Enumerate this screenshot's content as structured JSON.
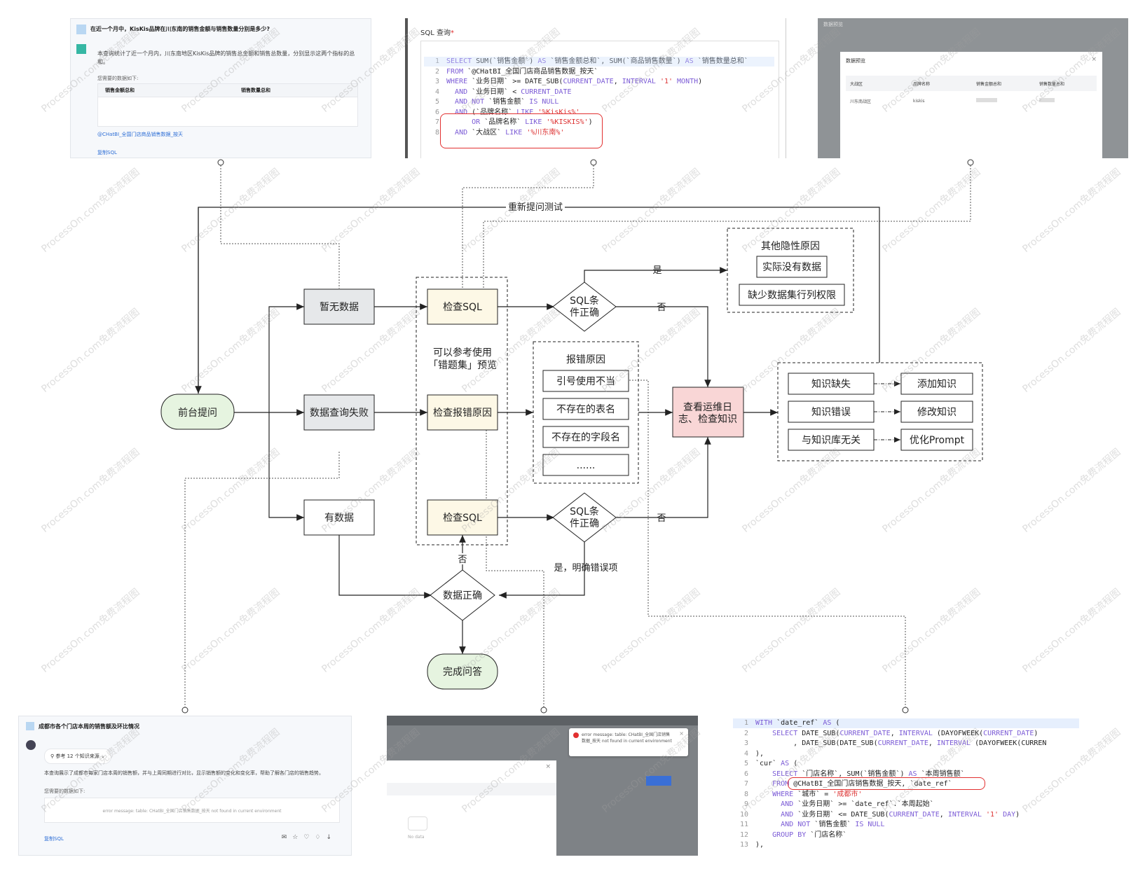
{
  "panels": {
    "p1": {
      "question": "在近一个月中，KisKis品牌在川东南的销售金额与销售数量分别是多少?",
      "desc": "本查询统计了近一个月内，川东南地区KisKis品牌的销售总金额和销售总数量，分别显示这两个指标的总和。",
      "data_label": "您需要的数据如下:",
      "col1": "销售金额总和",
      "col2": "销售数量总和",
      "source": "@CHatBI_全国门店商品销售数据_按天",
      "copy": "复制SQL"
    },
    "p2": {
      "title": "SQL 查询",
      "required": "*",
      "lines": [
        {
          "n": "1",
          "t": "SELECT SUM(`销售金额`) AS `销售金额总和`, SUM(`商品销售数量`) AS `销售数量总和`"
        },
        {
          "n": "2",
          "t": "FROM `@CHatBI_全国门店商品销售数据_按天`"
        },
        {
          "n": "3",
          "t": "WHERE `业务日期` >= DATE_SUB(CURRENT_DATE, INTERVAL '1' MONTH)"
        },
        {
          "n": "4",
          "t": "  AND `业务日期` < CURRENT_DATE"
        },
        {
          "n": "5",
          "t": "  AND NOT `销售金额` IS NULL"
        },
        {
          "n": "6",
          "t": "  AND (`品牌名称` LIKE '%KisKis%'"
        },
        {
          "n": "7",
          "t": "      OR `品牌名称` LIKE '%KISKIS%')"
        },
        {
          "n": "8",
          "t": "  AND `大战区` LIKE '%川东南%'"
        }
      ]
    },
    "p3": {
      "outer_title": "数据预览",
      "dialog_title": "数据预览",
      "cols": [
        "大战区",
        "品牌名称",
        "销售金额总和",
        "销售数量总和"
      ],
      "row": [
        "川东南战区",
        "kiskis",
        "",
        ""
      ]
    },
    "p4": {
      "question": "成都市各个门店本周的销售额及环比情况",
      "ref": "参考 12 个知识来源",
      "desc": "本查询展示了成都市每家门店本周的销售额，并与上周同期进行对比，显示销售额的变化和变化率，帮助了解各门店的销售趋势。",
      "data_label": "您需要的数据如下:",
      "error": "error message: table: CHatBI_全国门店销售数据_按天 not found in current environment",
      "copy": "复制SQL"
    },
    "p5": {
      "error": "error message: table: CHatBI_全国门店销售数据_按天 not found in current environment",
      "nodata": "No data"
    },
    "p6": {
      "lines": [
        {
          "n": "1",
          "t": "WITH `date_ref` AS ("
        },
        {
          "n": "2",
          "t": "    SELECT DATE_SUB(CURRENT_DATE, INTERVAL (DAYOFWEEK(CURRENT_DATE)"
        },
        {
          "n": "3",
          "t": "         , DATE_SUB(DATE_SUB(CURRENT_DATE, INTERVAL (DAYOFWEEK(CURREN"
        },
        {
          "n": "4",
          "t": "),"
        },
        {
          "n": "5",
          "t": "`cur` AS ("
        },
        {
          "n": "6",
          "t": "    SELECT `门店名称`, SUM(`销售金额`) AS `本周销售额`"
        },
        {
          "n": "7",
          "t": "    FROM @CHatBI_全国门店销售数据_按天, `date_ref`"
        },
        {
          "n": "8",
          "t": "    WHERE `城市` = '成都市'"
        },
        {
          "n": "9",
          "t": "      AND `业务日期` >= `date_ref`.`本周起始`"
        },
        {
          "n": "10",
          "t": "      AND `业务日期` <= DATE_SUB(CURRENT_DATE, INTERVAL '1' DAY)"
        },
        {
          "n": "11",
          "t": "      AND NOT `销售金额` IS NULL"
        },
        {
          "n": "12",
          "t": "    GROUP BY `门店名称`"
        },
        {
          "n": "13",
          "t": "),"
        }
      ]
    }
  },
  "nodes": {
    "front": "前台提问",
    "no_data": "暂无数据",
    "query_fail": "数据查询失败",
    "has_data": "有数据",
    "check_sql_top": "检查SQL",
    "check_err": "检查报错原因",
    "check_sql_bot": "检查SQL",
    "hint_line1": "可以参考使用",
    "hint_line2": "「错题集」预览",
    "sql_ok_top_1": "SQL条",
    "sql_ok_top_2": "件正确",
    "sql_ok_bot_1": "SQL条",
    "sql_ok_bot_2": "件正确",
    "data_ok": "数据正确",
    "done": "完成问答",
    "other_title": "其他隐性原因",
    "no_real_data": "实际没有数据",
    "no_perm": "缺少数据集行列权限",
    "err_title": "报错原因",
    "err1": "引号使用不当",
    "err2": "不存在的表名",
    "err3": "不存在的字段名",
    "err4": "......",
    "log_1": "查看运维日",
    "log_2": "志、检查知识",
    "k1": "知识缺失",
    "k2": "知识错误",
    "k3": "与知识库无关",
    "a1": "添加知识",
    "a2": "修改知识",
    "a3": "优化Prompt"
  },
  "edge_labels": {
    "retest": "重新提问测试",
    "yes": "是",
    "no_top": "否",
    "no_bot": "否",
    "no_data_ok": "否",
    "yes_err": "是，明确错误项"
  },
  "watermark": "ProcessOn.com免费流程图",
  "colors": {
    "grey_box": "#e6e8ea",
    "yellow_box": "#fdf8e6",
    "red_box": "#f9d6d6",
    "green_box": "#e6f4e0",
    "annot_red": "#e23030"
  }
}
